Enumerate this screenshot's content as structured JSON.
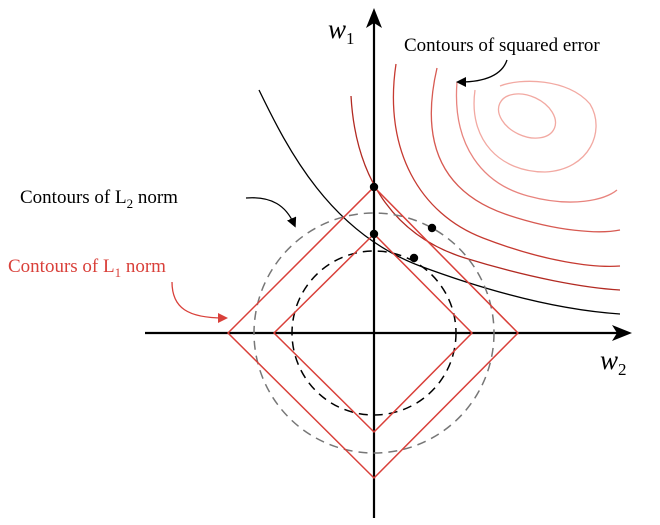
{
  "labels": {
    "squared_error": "Contours of squared error",
    "l2_prefix": "Contours of L",
    "l2_sub": "2",
    "l2_suffix": " norm",
    "l1_prefix": "Contours of L",
    "l1_sub": "1",
    "l1_suffix": " norm",
    "w1_base": "w",
    "w1_sub": "1",
    "w2_base": "w",
    "w2_sub": "2"
  },
  "colors": {
    "axis": "#000000",
    "l1_contour": "#d9403a",
    "l2_contour_outer": "#777777",
    "l2_contour_inner": "#000000",
    "error_contour_dark": "#b22a22",
    "error_contour_light": "#f2a9a2",
    "l1_label": "#d9403a"
  }
}
